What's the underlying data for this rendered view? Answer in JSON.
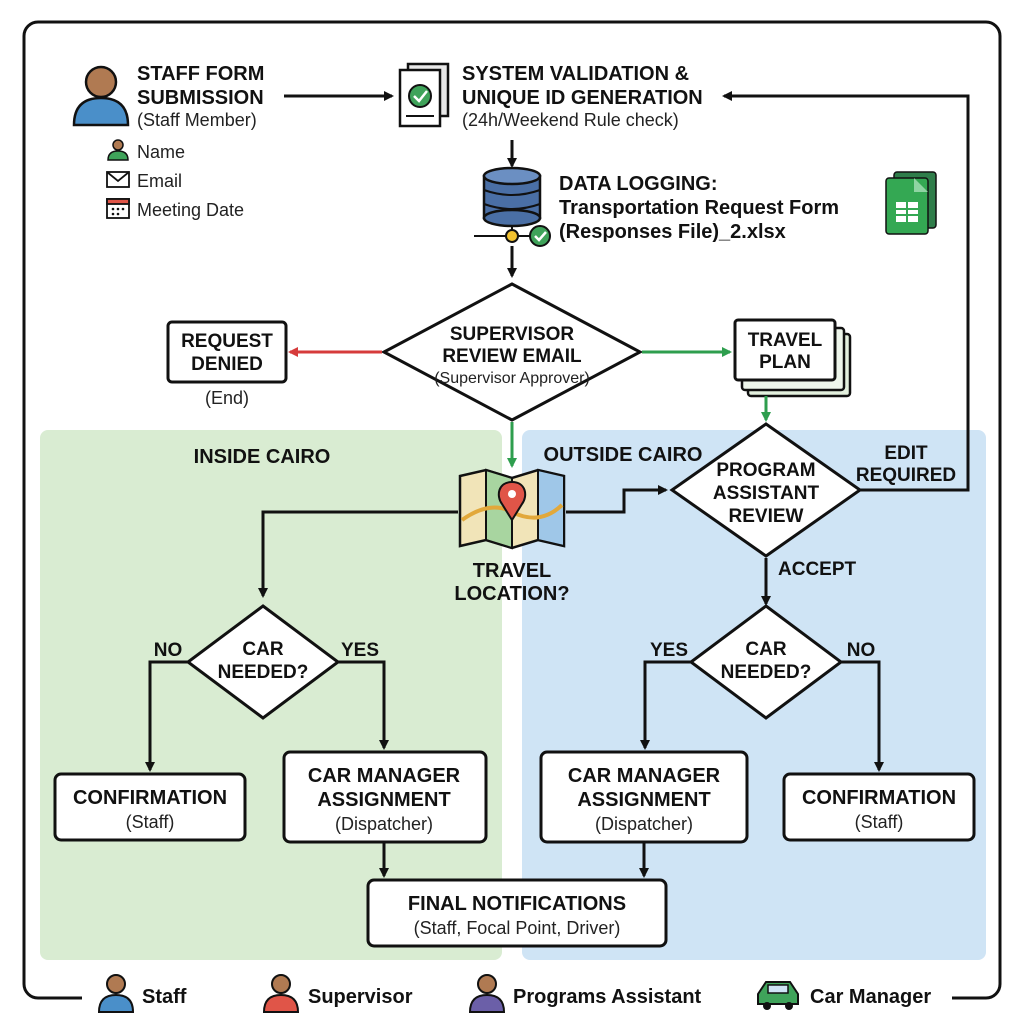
{
  "submission": {
    "title_1": "STAFF FORM",
    "title_2": "SUBMISSION",
    "role": "(Staff Member)",
    "fields": [
      "Name",
      "Email",
      "Meeting Date"
    ]
  },
  "validation": {
    "title_1": "SYSTEM VALIDATION &",
    "title_2": "UNIQUE ID GENERATION",
    "note": "(24h/Weekend Rule check)"
  },
  "logging": {
    "title": "DATA LOGGING:",
    "line_1": "Transportation Request Form",
    "line_2": "(Responses File)_2.xlsx"
  },
  "supervisor": {
    "line_1": "SUPERVISOR",
    "line_2": "REVIEW EMAIL",
    "role": "(Supervisor Approver)"
  },
  "denied": {
    "line_1": "REQUEST",
    "line_2": "DENIED",
    "end": "(End)"
  },
  "travel_plan": {
    "line_1": "TRAVEL",
    "line_2": "PLAN"
  },
  "zones": {
    "inside": "INSIDE CAIRO",
    "outside": "OUTSIDE CAIRO"
  },
  "location": {
    "line_1": "TRAVEL",
    "line_2": "LOCATION?"
  },
  "pa_review": {
    "line_1": "PROGRAM",
    "line_2": "ASSISTANT",
    "line_3": "REVIEW"
  },
  "edit": {
    "line_1": "EDIT",
    "line_2": "REQUIRED"
  },
  "accept": "ACCEPT",
  "car_needed": {
    "line_1": "CAR",
    "line_2": "NEEDED?"
  },
  "branch": {
    "yes": "YES",
    "no": "NO"
  },
  "confirmation": {
    "title": "CONFIRMATION",
    "role": "(Staff)"
  },
  "assignment": {
    "line_1": "CAR MANAGER",
    "line_2": "ASSIGNMENT",
    "role": "(Dispatcher)"
  },
  "final": {
    "title": "FINAL NOTIFICATIONS",
    "roles": "(Staff, Focal Point, Driver)"
  },
  "legend": [
    "Staff",
    "Supervisor",
    "Programs Assistant",
    "Car Manager"
  ],
  "colors": {
    "inside_zone": "#d9ecd2",
    "outside_zone": "#cfe4f5",
    "green_arrow": "#2e9e4e",
    "red_arrow": "#d63b3b",
    "staff": "#4a8fc9",
    "supervisor": "#e05548",
    "car": "#3fa35a"
  },
  "icons": [
    "person-icon",
    "documents-check-icon",
    "database-icon",
    "spreadsheet-icon",
    "map-pin-icon",
    "envelope-icon",
    "calendar-icon",
    "car-icon"
  ]
}
